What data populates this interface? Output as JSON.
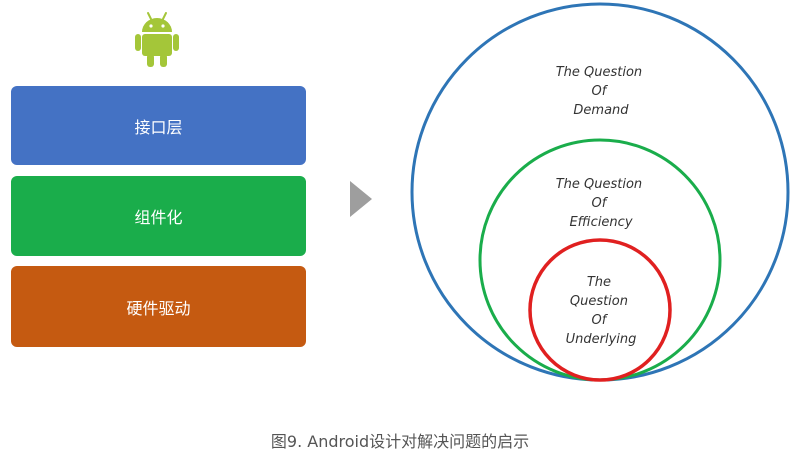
{
  "layers": [
    {
      "label": "接口层",
      "color": "#4472c4"
    },
    {
      "label": "组件化",
      "color": "#1aad4b"
    },
    {
      "label": "硬件驱动",
      "color": "#c55a11"
    }
  ],
  "circles": {
    "outer": {
      "lines": [
        "The Question",
        "Of",
        "Demand"
      ],
      "color": "#2e75b6"
    },
    "middle": {
      "lines": [
        "The Question",
        "Of",
        "Efficiency"
      ],
      "color": "#1aad4b"
    },
    "inner": {
      "lines": [
        "The",
        "Question",
        "Of",
        "Underlying"
      ],
      "color": "#e02020"
    }
  },
  "arrow_color": "#9e9e9e",
  "android_color": "#a4c639",
  "caption": "图9. Android设计对解决问题的启示"
}
